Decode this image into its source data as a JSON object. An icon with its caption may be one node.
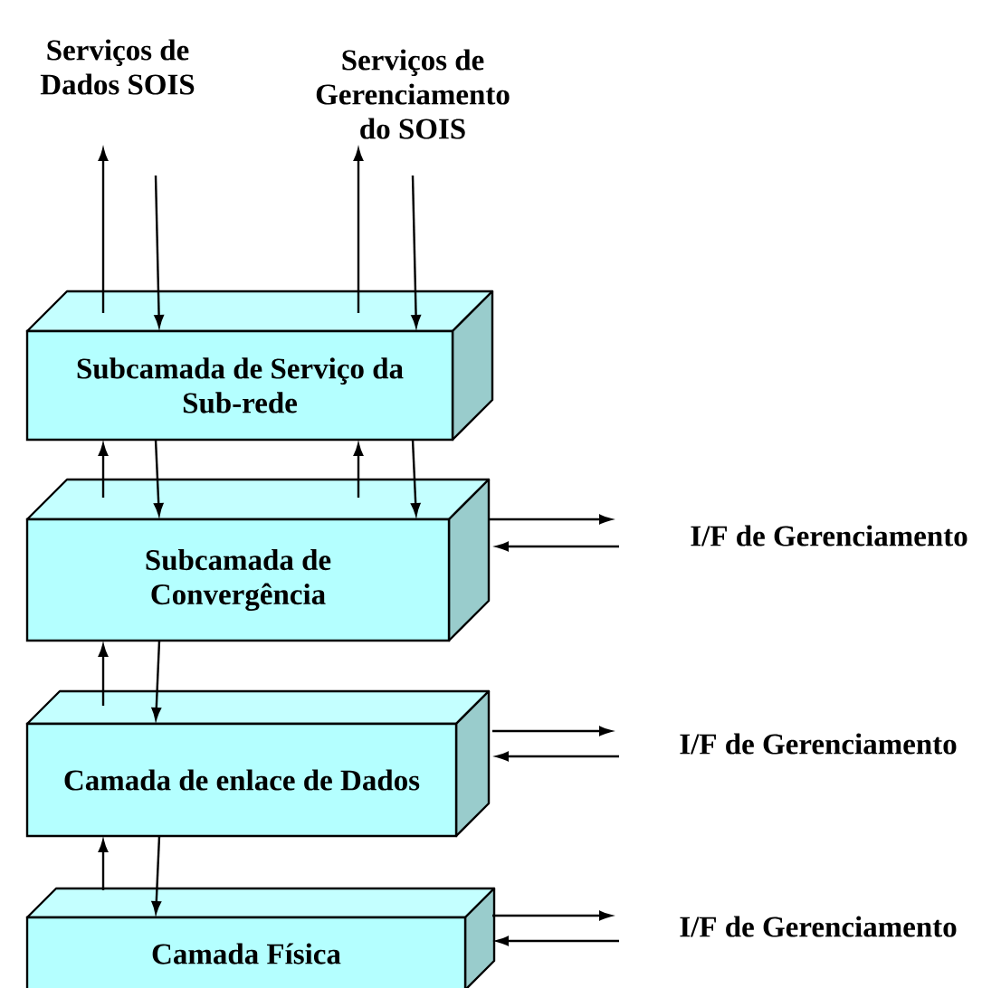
{
  "diagram": {
    "nodes": [
      {
        "text": [
          "Serviços de Dados SOIS"
        ]
      },
      {
        "text": [
          "Serviços de Gerenciamento do SOIS"
        ]
      },
      {
        "text": [
          "Subcamada de Serviço da Sub-rede"
        ]
      },
      {
        "text": [
          "Subcamada de Convergência"
        ]
      },
      {
        "text": [
          "I/F de Gerenciamento"
        ]
      },
      {
        "text": [
          "Camada de enlace de Dados"
        ]
      },
      {
        "text": [
          "I/F de Gerenciamento"
        ]
      },
      {
        "text": [
          "Camada Física"
        ]
      },
      {
        "text": [
          "I/F de Gerenciamento"
        ]
      }
    ],
    "edges": [
      {
        "from": 2,
        "to": 0,
        "arrow": "to"
      },
      {
        "from": 0,
        "to": 2,
        "arrow": "to"
      },
      {
        "from": 2,
        "to": 1,
        "arrow": "to"
      },
      {
        "from": 1,
        "to": 2,
        "arrow": "to"
      },
      {
        "from": 3,
        "to": 2,
        "arrow": "to"
      },
      {
        "from": 2,
        "to": 3,
        "arrow": "to"
      },
      {
        "from": 3,
        "to": 2,
        "arrow": "to"
      },
      {
        "from": 2,
        "to": 3,
        "arrow": "to"
      },
      {
        "from": 3,
        "to": 4,
        "arrow": "to"
      },
      {
        "from": 4,
        "to": 3,
        "arrow": "to"
      },
      {
        "from": 5,
        "to": 3,
        "arrow": "to"
      },
      {
        "from": 3,
        "to": 5,
        "arrow": "to"
      },
      {
        "from": 5,
        "to": 6,
        "arrow": "to"
      },
      {
        "from": 6,
        "to": 5,
        "arrow": "to"
      },
      {
        "from": 7,
        "to": 5,
        "arrow": "to"
      },
      {
        "from": 5,
        "to": 7,
        "arrow": "to"
      },
      {
        "from": 7,
        "to": 8,
        "arrow": "to"
      },
      {
        "from": 8,
        "to": 7,
        "arrow": "to"
      }
    ]
  }
}
